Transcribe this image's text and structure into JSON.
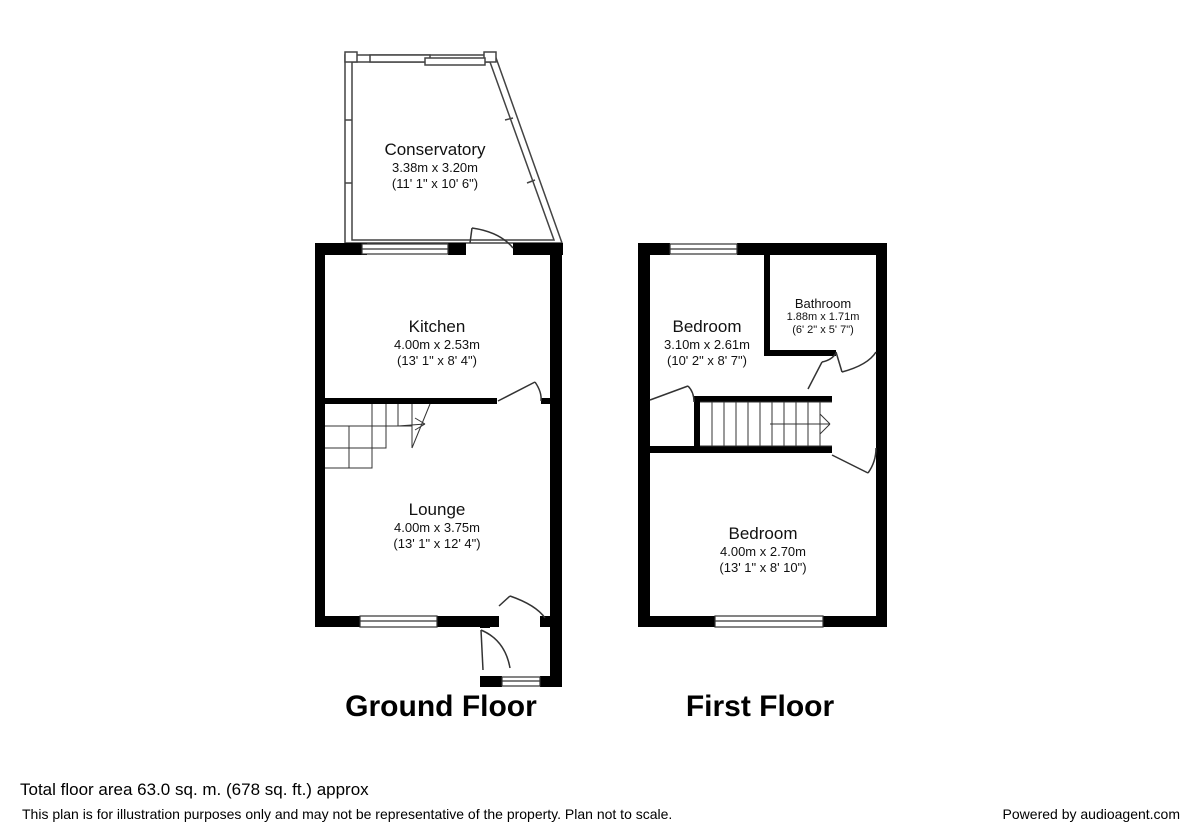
{
  "rooms": {
    "conservatory": {
      "name": "Conservatory",
      "metric": "3.38m x 3.20m",
      "imperial": "(11' 1\" x 10' 6\")"
    },
    "kitchen": {
      "name": "Kitchen",
      "metric": "4.00m x 2.53m",
      "imperial": "(13' 1\" x 8' 4\")"
    },
    "lounge": {
      "name": "Lounge",
      "metric": "4.00m x 3.75m",
      "imperial": "(13' 1\" x 12' 4\")"
    },
    "bedroom1": {
      "name": "Bedroom",
      "metric": "3.10m x 2.61m",
      "imperial": "(10' 2\" x 8' 7\")"
    },
    "bathroom": {
      "name": "Bathroom",
      "metric": "1.88m x 1.71m",
      "imperial": "(6' 2\" x 5' 7\")"
    },
    "bedroom2": {
      "name": "Bedroom",
      "metric": "4.00m x 2.70m",
      "imperial": "(13' 1\" x 8' 10\")"
    }
  },
  "floors": {
    "ground": "Ground Floor",
    "first": "First Floor"
  },
  "footer": {
    "total_area": "Total floor area 63.0 sq. m. (678 sq. ft.) approx",
    "disclaimer": "This plan is for illustration purposes only and may not be representative of the property. Plan not to scale.",
    "powered_by": "Powered by audioagent.com"
  },
  "colors": {
    "wall": "#000000",
    "background": "#ffffff",
    "line": "#333333"
  }
}
